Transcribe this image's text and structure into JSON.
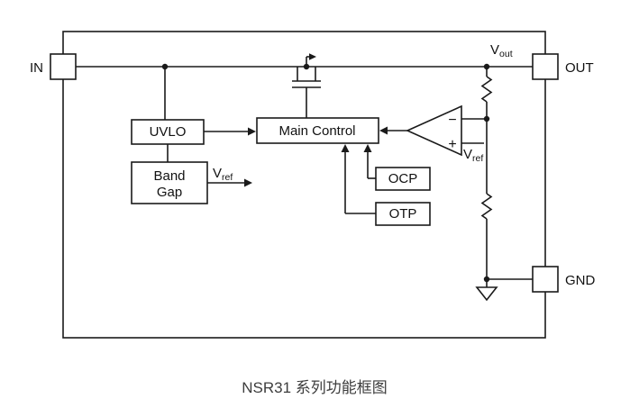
{
  "caption": "NSR31 系列功能框图",
  "pins": {
    "in": {
      "label": "IN"
    },
    "out": {
      "label": "OUT"
    },
    "gnd": {
      "label": "GND"
    }
  },
  "signals": {
    "vout": {
      "base": "V",
      "sub": "out"
    },
    "vref_bandgap": {
      "base": "V",
      "sub": "ref"
    },
    "vref_amp": {
      "base": "V",
      "sub": "ref"
    }
  },
  "blocks": {
    "uvlo": {
      "label": "UVLO"
    },
    "bandgap": {
      "line1": "Band",
      "line2": "Gap"
    },
    "main_control": {
      "label": "Main Control"
    },
    "ocp": {
      "label": "OCP"
    },
    "otp": {
      "label": "OTP"
    }
  },
  "amplifier": {
    "inverting": "−",
    "noninverting": "+"
  },
  "colors": {
    "line": "#1a1a1a",
    "background": "#ffffff",
    "caption_text": "#3d3d3d"
  }
}
